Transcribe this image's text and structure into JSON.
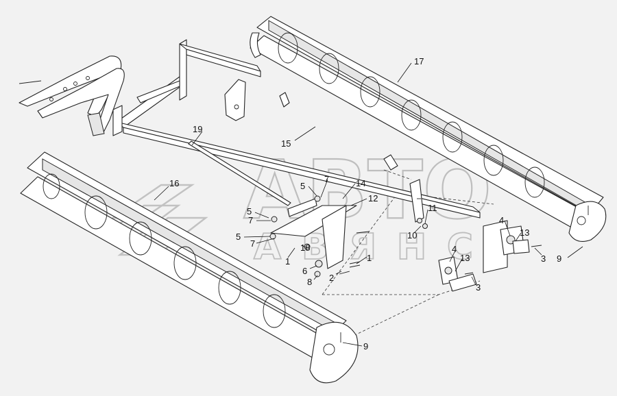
{
  "watermark": {
    "line1": "АВТО",
    "line2": "АВЯНС"
  },
  "callouts": [
    {
      "id": "c17",
      "text": "17"
    },
    {
      "id": "c15",
      "text": "15"
    },
    {
      "id": "c19",
      "text": "19"
    },
    {
      "id": "c16",
      "text": "16"
    },
    {
      "id": "c5a",
      "text": "5"
    },
    {
      "id": "c7a",
      "text": "7"
    },
    {
      "id": "c14",
      "text": "14"
    },
    {
      "id": "c12",
      "text": "12"
    },
    {
      "id": "c5b",
      "text": "5"
    },
    {
      "id": "c7b",
      "text": "7"
    },
    {
      "id": "c5c",
      "text": "5"
    },
    {
      "id": "c7c",
      "text": "7"
    },
    {
      "id": "c18",
      "text": "18"
    },
    {
      "id": "c1a",
      "text": "1"
    },
    {
      "id": "c1b",
      "text": "1"
    },
    {
      "id": "c6",
      "text": "6"
    },
    {
      "id": "c8",
      "text": "8"
    },
    {
      "id": "c2",
      "text": "2"
    },
    {
      "id": "c11",
      "text": "11"
    },
    {
      "id": "c10",
      "text": "10"
    },
    {
      "id": "c4a",
      "text": "4"
    },
    {
      "id": "c13a",
      "text": "13"
    },
    {
      "id": "c3a",
      "text": "3"
    },
    {
      "id": "c9a",
      "text": "9"
    },
    {
      "id": "c4b",
      "text": "4"
    },
    {
      "id": "c13b",
      "text": "13"
    },
    {
      "id": "c3b",
      "text": "3"
    },
    {
      "id": "c9b",
      "text": "9"
    }
  ]
}
